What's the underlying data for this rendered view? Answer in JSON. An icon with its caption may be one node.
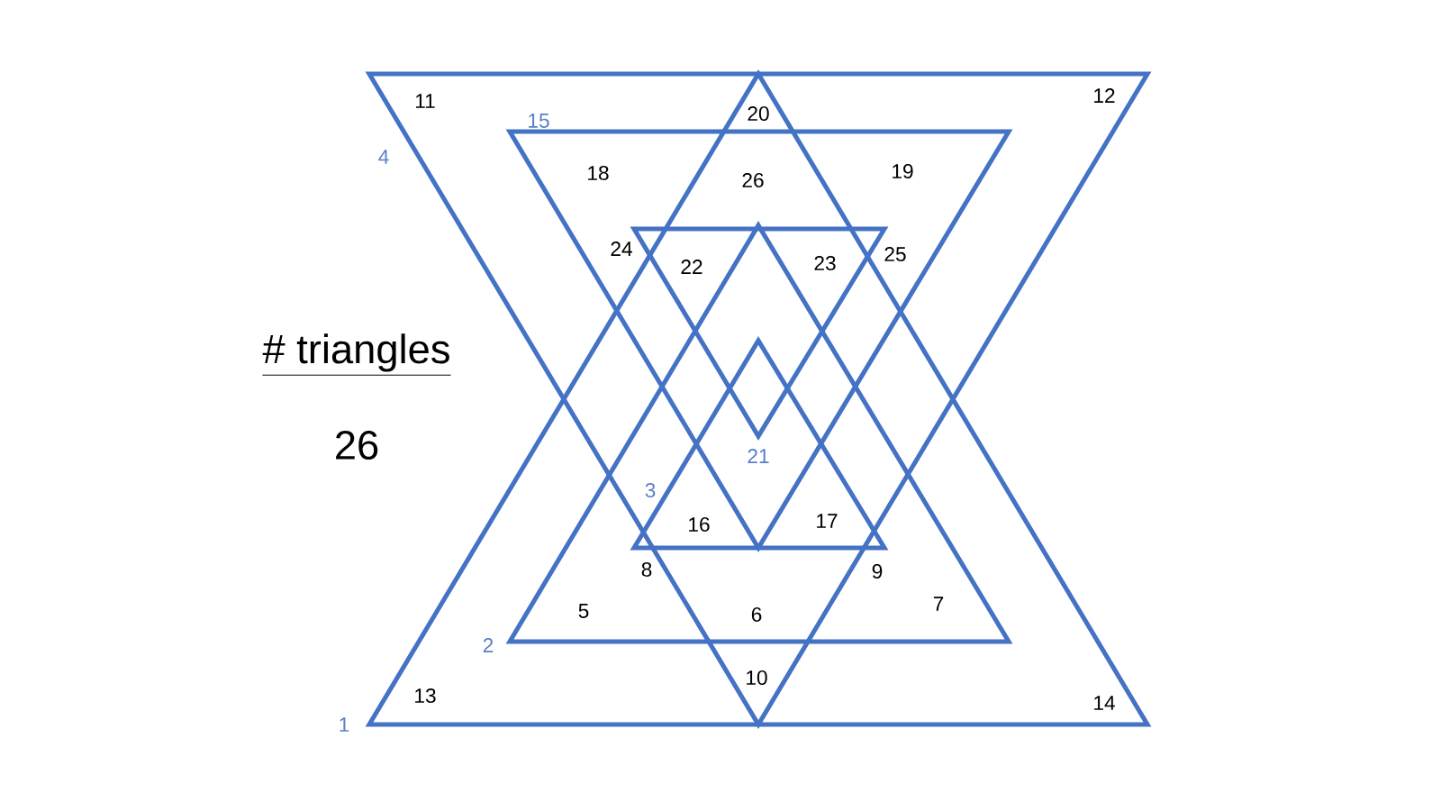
{
  "diagram": {
    "labels": [
      "11",
      "20",
      "12",
      "15",
      "4",
      "18",
      "26",
      "19",
      "24",
      "22",
      "23",
      "25",
      "# triangles",
      "26",
      "21",
      "3",
      "16",
      "17",
      "8",
      "9",
      "5",
      "6",
      "7",
      "2",
      "10",
      "13",
      "14",
      "1"
    ]
  }
}
